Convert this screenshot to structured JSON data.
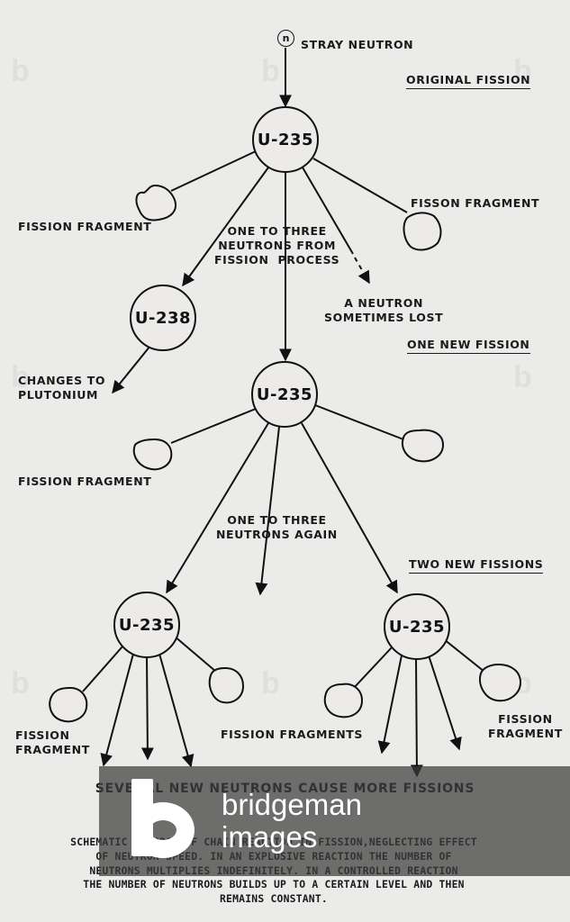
{
  "labels": {
    "stray_neutron": "STRAY NEUTRON",
    "neutron_symbol": "n",
    "original_fission": "ORIGINAL FISSION",
    "fission_fragment_left": "FISSION FRAGMENT",
    "fission_fragment_right": "FISSON FRAGMENT",
    "one_to_three": "ONE TO THREE\nNEUTRONS FROM\nFISSION  PROCESS",
    "neutron_lost": "A NEUTRON\nSOMETIMES LOST",
    "one_new_fission": "ONE NEW FISSION",
    "changes_to": "CHANGES TO\nPLUTONIUM",
    "fission_fragment_mid": "FISSION  FRAGMENT",
    "neutrons_again": "ONE TO THREE\nNEUTRONS AGAIN",
    "two_new_fissions": "TWO NEW FISSIONS",
    "fission_fragment_low_left": "FISSION\nFRAGMENT",
    "fission_fragments_center": "FISSION  FRAGMENTS",
    "fission_fragment_low_right": "FISSION\nFRAGMENT",
    "several_new": "SEVERAL NEW NEUTRONS CAUSE MORE FISSIONS"
  },
  "nodes": {
    "u235_top": "U-235",
    "u238": "U-238",
    "u235_mid": "U-235",
    "u235_left": "U-235",
    "u235_right": "U-235"
  },
  "caption": "SCHEMATIC DIAGRAM OF CHAIN REACTION IN FISSION,NEGLECTING EFFECT\nOF NEUTRON SPEED.   IN AN EXPLOSIVE REACTION THE NUMBER OF\nNEUTRONS MULTIPLIES INDEFINITELY.   IN A CONTROLLED REACTION\nTHE NUMBER OF NEUTRONS BUILDS UP TO A CERTAIN LEVEL AND THEN\nREMAINS CONSTANT.",
  "watermark": {
    "brand_line1": "bridgeman",
    "brand_line2": "images",
    "logo_icon": "bridgeman-b-logo-icon"
  }
}
